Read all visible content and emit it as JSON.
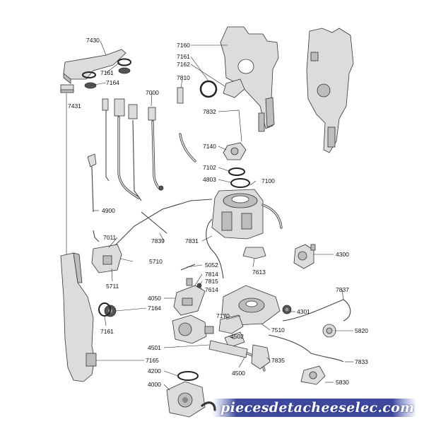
{
  "diagram": {
    "watermark": "piecesdetacheeselec.com",
    "labels": [
      {
        "id": "l7430",
        "text": "7430"
      },
      {
        "id": "l7161a",
        "text": "7161"
      },
      {
        "id": "l7164a",
        "text": "7164"
      },
      {
        "id": "l7431",
        "text": "7431"
      },
      {
        "id": "l7160",
        "text": "7160"
      },
      {
        "id": "l7161b",
        "text": "7161"
      },
      {
        "id": "l7162",
        "text": "7162"
      },
      {
        "id": "l7810",
        "text": "7810"
      },
      {
        "id": "l7000",
        "text": "7000"
      },
      {
        "id": "l7832",
        "text": "7832"
      },
      {
        "id": "l7140",
        "text": "7140"
      },
      {
        "id": "l7102",
        "text": "7102"
      },
      {
        "id": "l4803",
        "text": "4803"
      },
      {
        "id": "l7100",
        "text": "7100"
      },
      {
        "id": "l4900",
        "text": "4900"
      },
      {
        "id": "l7011",
        "text": "7011"
      },
      {
        "id": "l7839",
        "text": "7839"
      },
      {
        "id": "l7831",
        "text": "7831"
      },
      {
        "id": "l5710",
        "text": "5710"
      },
      {
        "id": "l5711",
        "text": "5711"
      },
      {
        "id": "l7613",
        "text": "7613"
      },
      {
        "id": "l4300",
        "text": "4300"
      },
      {
        "id": "l5052",
        "text": "5052"
      },
      {
        "id": "l7814",
        "text": "7814"
      },
      {
        "id": "l7815",
        "text": "7815"
      },
      {
        "id": "l7614",
        "text": "7614"
      },
      {
        "id": "l4050",
        "text": "4050"
      },
      {
        "id": "l7164b",
        "text": "7164"
      },
      {
        "id": "l7161c",
        "text": "7161"
      },
      {
        "id": "l7837",
        "text": "7837"
      },
      {
        "id": "l4301",
        "text": "4301"
      },
      {
        "id": "l7170",
        "text": "7170"
      },
      {
        "id": "l7510",
        "text": "7510"
      },
      {
        "id": "l5820",
        "text": "5820"
      },
      {
        "id": "l4502",
        "text": "4502"
      },
      {
        "id": "l4501",
        "text": "4501"
      },
      {
        "id": "l7835",
        "text": "7835"
      },
      {
        "id": "l7165",
        "text": "7165"
      },
      {
        "id": "l7833",
        "text": "7833"
      },
      {
        "id": "l4500",
        "text": "4500"
      },
      {
        "id": "l4200",
        "text": "4200"
      },
      {
        "id": "l5830",
        "text": "5830"
      },
      {
        "id": "l4000",
        "text": "4000"
      }
    ]
  }
}
